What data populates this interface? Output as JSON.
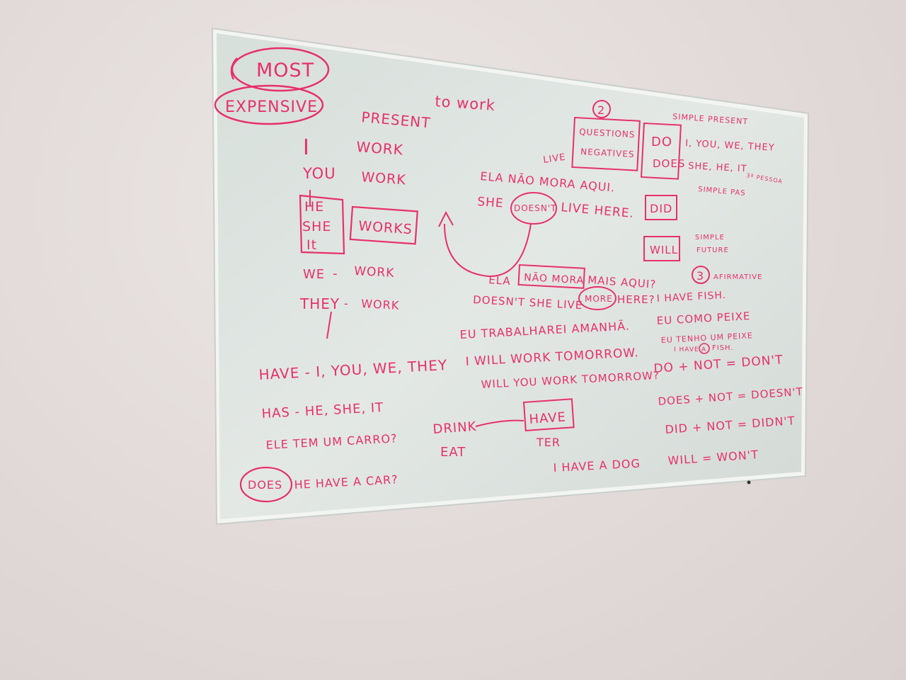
{
  "scene": {
    "description_free": true,
    "ink_color": "#e8306a",
    "wall_color": "#e4dedc",
    "board_color": "#dde3df",
    "frame_color": "#f2f4f2"
  },
  "whiteboard": {
    "top_left": {
      "most": "MOST",
      "expensive": "EXPENSIVE"
    },
    "title": "to work",
    "present": {
      "heading": "PRESENT",
      "rows": [
        {
          "subject": "I",
          "verb": "WORK"
        },
        {
          "subject": "YOU",
          "verb": "WORK"
        },
        {
          "subject": "HE",
          "verb": ""
        },
        {
          "subject": "SHE",
          "verb": "WORKS"
        },
        {
          "subject": "It",
          "verb": ""
        },
        {
          "subject": "WE",
          "verb": "WORK"
        },
        {
          "subject": "THEY",
          "verb": "WORK"
        }
      ],
      "dash1": "-",
      "dash2": "-"
    },
    "negation": {
      "live": "LIVE",
      "line1": "ELA NÃO MORA AQUI.",
      "line2_a": "SHE",
      "line2_b": "DOESN'T",
      "line2_c": "LIVE HERE."
    },
    "question_neg": {
      "line1_a": "ELA",
      "line1_b": "NÃO MORA",
      "line1_c": "MAIS AQUI?",
      "line2_a": "DOESN'T SHE LIVE",
      "line2_b": "MORE",
      "line2_c": "HERE?"
    },
    "future": {
      "line1": "EU TRABALHAREI AMANHÃ.",
      "line2": "I WILL WORK TOMORROW.",
      "line3": "WILL YOU WORK TOMORROW?"
    },
    "have": {
      "line1": "HAVE - I, YOU, WE, THEY",
      "line2": "HAS - HE, SHE, IT",
      "line3": "ELE TEM UM CARRO?",
      "does": "DOES",
      "line4": "HE HAVE A CAR?"
    },
    "drink": {
      "drink": "DRINK",
      "eat": "EAT",
      "have": "HAVE",
      "ter": "TER",
      "dog": "I HAVE A DOG"
    },
    "aux": {
      "number2": "2",
      "questions": "QUESTIONS",
      "negatives": "NEGATIVES",
      "simple_present": "SIMPLE PRESENT",
      "do": "DO",
      "does": "DOES",
      "do_subjects": "I, YOU, WE, THEY",
      "does_subjects": "SHE, HE, IT",
      "third": "3ª PESSOA",
      "did": "DID",
      "simple_past": "SIMPLE PAS",
      "will": "WILL",
      "simple_future_1": "SIMPLE",
      "simple_future_2": "FUTURE"
    },
    "affirmative": {
      "number3": "3",
      "heading": "AFIRMATIVE",
      "line1": "I HAVE FISH.",
      "line2": "EU COMO PEIXE",
      "line3": "EU TENHO UM PEIXE",
      "line4_a": "I HAVE",
      "line4_b": "A",
      "line4_c": "FISH."
    },
    "contractions": [
      "DO + NOT = DON'T",
      "DOES + NOT = DOESN'T",
      "DID + NOT = DIDN'T",
      "WILL = WON'T"
    ]
  }
}
